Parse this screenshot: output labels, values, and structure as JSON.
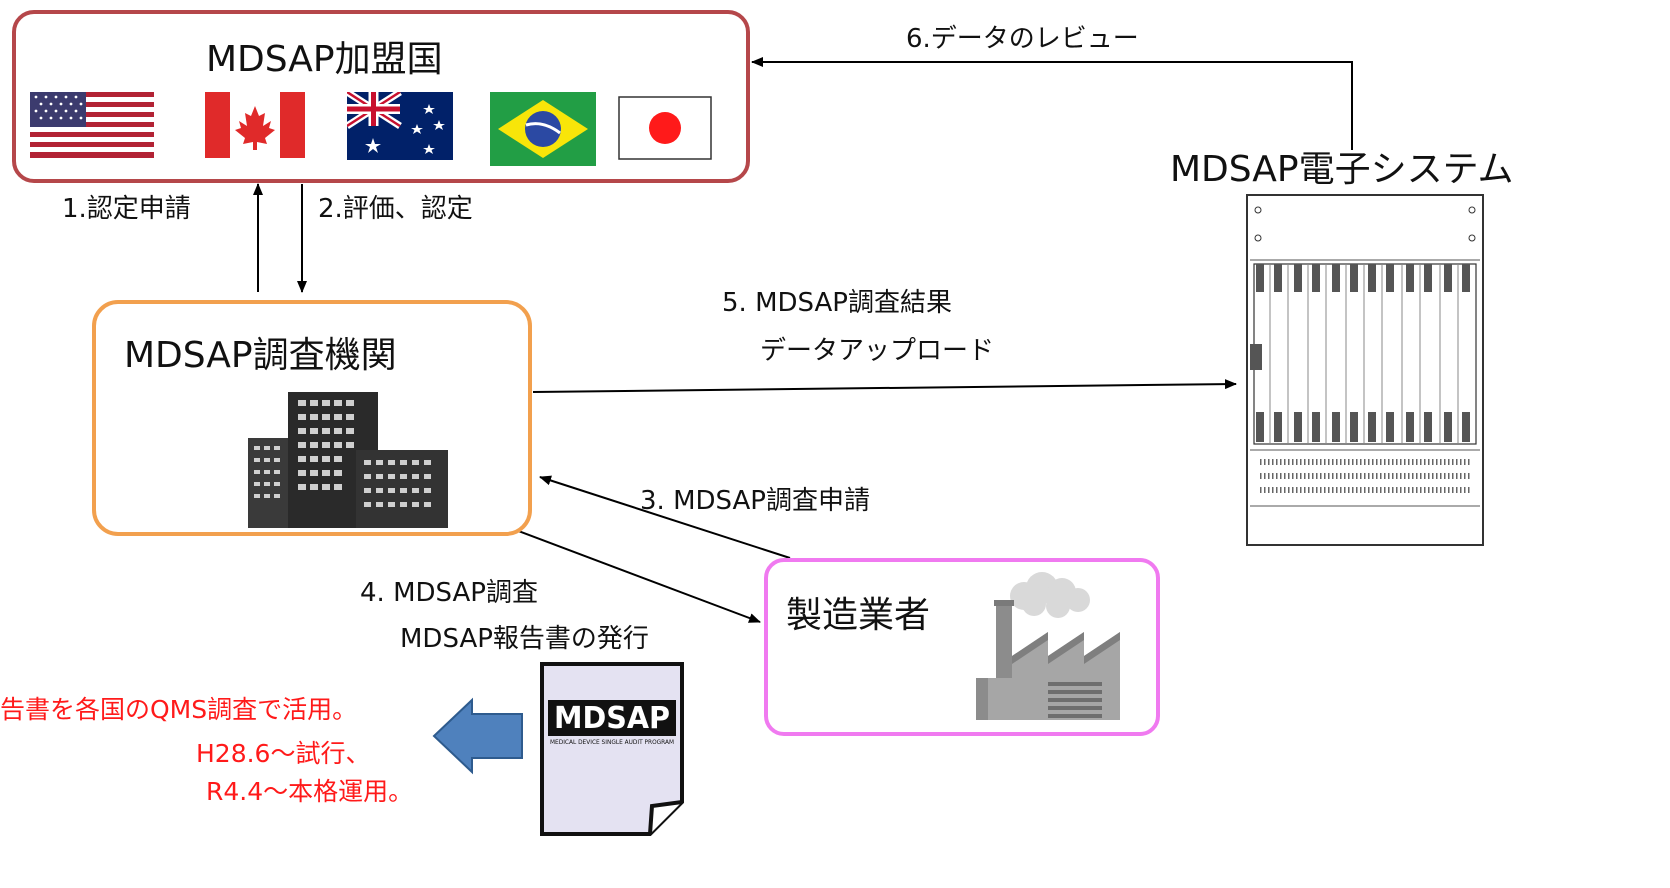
{
  "nodes": {
    "members": {
      "title": "MDSAP加盟国"
    },
    "agency": {
      "title": "MDSAP調査機関"
    },
    "maker": {
      "title": "製造業者"
    },
    "system": {
      "title": "MDSAP電子システム"
    }
  },
  "flags": [
    "us-flag",
    "canada-flag",
    "australia-flag",
    "brazil-flag",
    "japan-flag"
  ],
  "edges": {
    "e1": "1.認定申請",
    "e2": "2.評価、認定",
    "e3": "3. MDSAP調査申請",
    "e4_line1": "4. MDSAP調査",
    "e4_line2": "MDSAP報告書の発行",
    "e5_line1": "5. MDSAP調査結果",
    "e5_line2": "データアップロード",
    "e6": "6.データのレビュー"
  },
  "report": {
    "logo": "MDSAP",
    "subtitle": "MEDICAL DEVICE SINGLE AUDIT PROGRAM"
  },
  "notes": {
    "line1": "告書を各国のQMS調査で活用。",
    "line2": "H28.6〜試行、",
    "line3": "R4.4〜本格運用。"
  },
  "colors": {
    "members_border": "#b5474a",
    "agency_border": "#f2a04e",
    "maker_border": "#f07af0",
    "note_text": "#ff1a1a",
    "big_arrow": "#4f81bd"
  }
}
